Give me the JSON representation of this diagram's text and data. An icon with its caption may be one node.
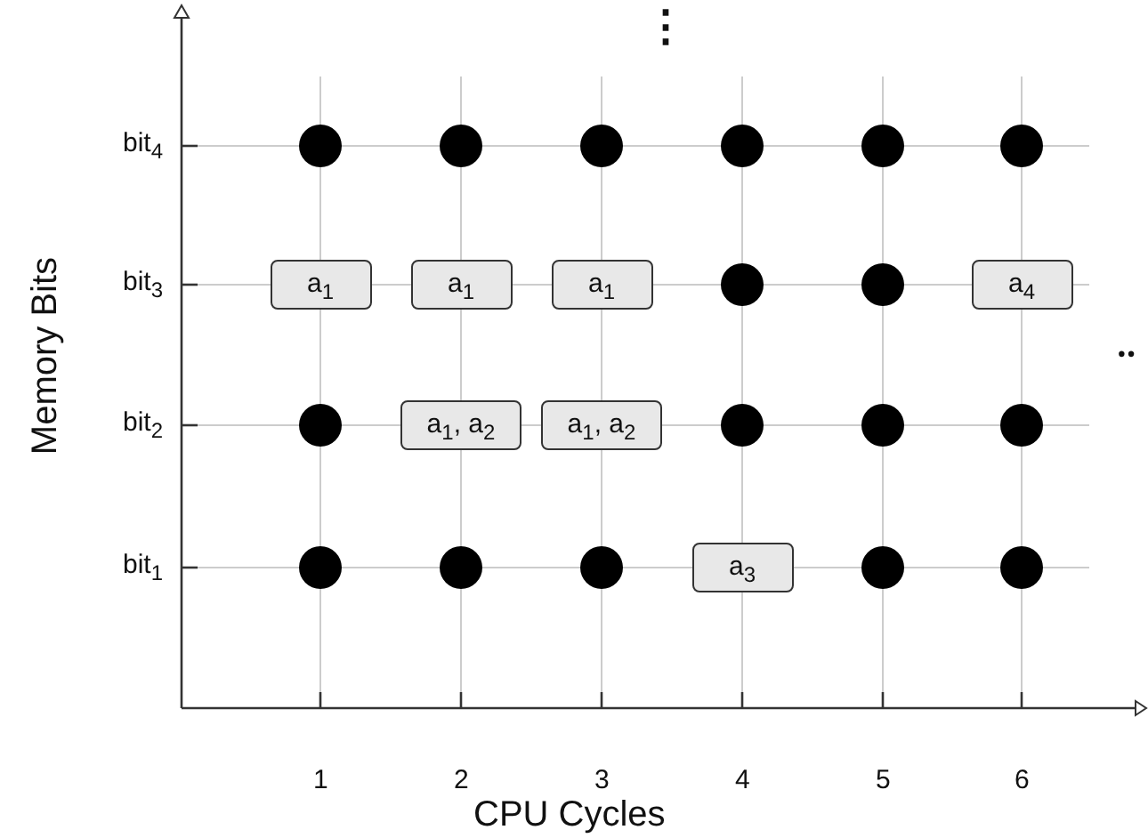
{
  "diagram": {
    "nodes": [
      {
        "text": [],
        "shape": "circle"
      },
      {
        "text": [],
        "shape": "circle"
      },
      {
        "text": [],
        "shape": "circle"
      },
      {
        "text": [],
        "shape": "circle"
      },
      {
        "text": [],
        "shape": "circle"
      },
      {
        "text": [],
        "shape": "circle"
      },
      {
        "text": [
          "a$_{1}$"
        ]
      },
      {
        "text": [
          "a$_{1}$"
        ]
      },
      {
        "text": [
          "a$_{1}$"
        ]
      },
      {
        "text": [],
        "shape": "circle"
      },
      {
        "text": [],
        "shape": "circle"
      },
      {
        "text": [
          "a$_{4}$"
        ]
      },
      {
        "text": [],
        "shape": "circle"
      },
      {
        "text": [
          "a$_{1}$, a$_{2}$"
        ]
      },
      {
        "text": [
          "a$_{1}$, a$_{2}$"
        ]
      },
      {
        "text": [],
        "shape": "circle"
      },
      {
        "text": [],
        "shape": "circle"
      },
      {
        "text": [],
        "shape": "circle"
      },
      {
        "text": [],
        "shape": "circle"
      },
      {
        "text": [],
        "shape": "circle"
      },
      {
        "text": [],
        "shape": "circle"
      },
      {
        "text": [
          "a$_{3}$"
        ]
      },
      {
        "text": [],
        "shape": "circle"
      },
      {
        "text": [],
        "shape": "circle"
      }
    ],
    "labels": [
      "⋮",
      "bit$_{4}$",
      "bit$_{3}$",
      "‥",
      "bit$_{2}$",
      "bit$_{1}$",
      "1",
      "2",
      "3",
      "4",
      "5",
      "6",
      "Memory Bits",
      "CPU Cycles"
    ]
  }
}
